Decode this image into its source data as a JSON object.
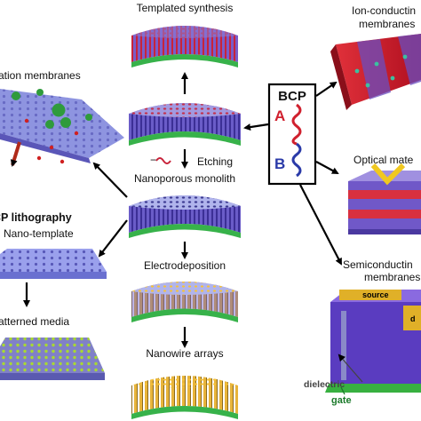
{
  "center": {
    "templated_synthesis": "Templated synthesis",
    "minus_sign": "−",
    "etching": "Etching",
    "nanoporous_monolith": "Nanoporous monolith",
    "electrodeposition": "Electrodeposition",
    "nanowire_arrays": "Nanowire arrays"
  },
  "bcp": {
    "title": "BCP",
    "block_a": "A",
    "block_b": "B"
  },
  "left": {
    "separation_membranes": "ation membranes",
    "bcp_lithography": "CP lithography",
    "nano_template": "Nano-template",
    "patterned_media": "atterned media"
  },
  "right": {
    "ion_conducting": "Ion-conductin",
    "membranes": "membranes",
    "optical_materials": "Optical mate",
    "semiconducting": "Semiconductin",
    "source": "source",
    "drain": "d",
    "dielectric": "dielectric",
    "gate": "gate"
  },
  "colors": {
    "substrate_green": "#37b24a",
    "block_a_red": "#d0202e",
    "block_b_blue": "#2a3aa8",
    "matrix_purple": "#6a5cc8",
    "gold": "#e8b43a"
  }
}
